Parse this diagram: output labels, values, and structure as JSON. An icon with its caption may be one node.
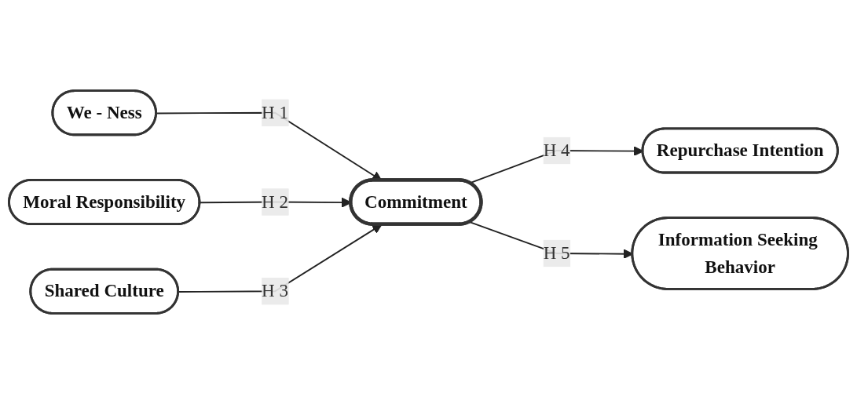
{
  "diagram": {
    "nodes": [
      {
        "text": [
          "We - Ness"
        ]
      },
      {
        "text": [
          "Moral Responsibility"
        ]
      },
      {
        "text": [
          "Shared Culture"
        ]
      },
      {
        "text": [
          "Commitment"
        ]
      },
      {
        "text": [
          "Repurchase Intention"
        ]
      },
      {
        "text": [
          "Information Seeking Behavior"
        ]
      }
    ],
    "edges": [
      {
        "from": 0,
        "to": 3,
        "arrow": "to",
        "label": "H 1"
      },
      {
        "from": 1,
        "to": 3,
        "arrow": "to",
        "label": "H 2"
      },
      {
        "from": 2,
        "to": 3,
        "arrow": "to",
        "label": "H 3"
      },
      {
        "from": 3,
        "to": 4,
        "arrow": "to",
        "label": "H 4"
      },
      {
        "from": 3,
        "to": 5,
        "arrow": "to",
        "label": "H 5"
      }
    ]
  }
}
